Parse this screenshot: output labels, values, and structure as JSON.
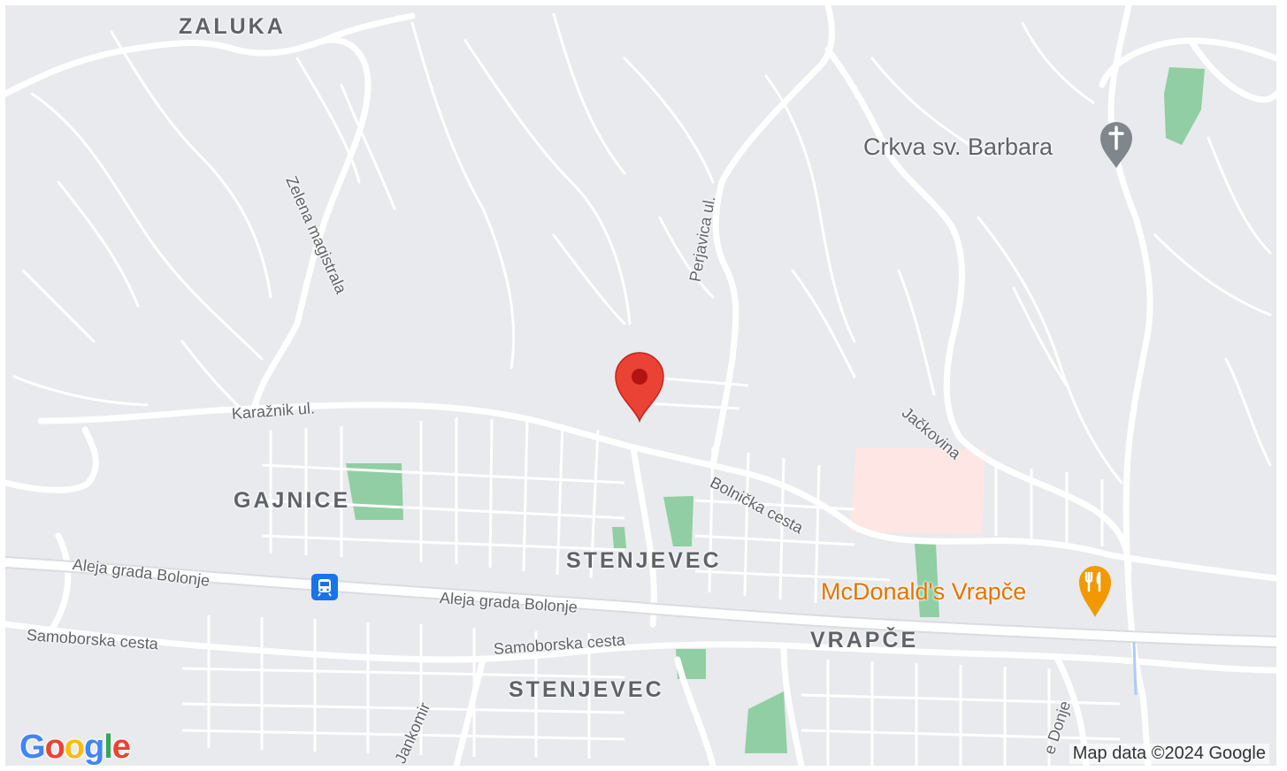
{
  "map": {
    "districts": {
      "zaluka": "ZALUKA",
      "gajnice": "GAJNICE",
      "stenjevec_north": "STENJEVEC",
      "stenjevec_south": "STENJEVEC",
      "vrapce": "VRAPČE"
    },
    "streets": {
      "zelena_magistrala": "Zelena magistrala",
      "perjavica": "Perjavica ul.",
      "karaznik": "Karažnik ul.",
      "bolnicka": "Bolnička cesta",
      "jackovina": "Jačkovina",
      "aleja_west": "Aleja grada Bolonje",
      "aleja_center": "Aleja grada Bolonje",
      "samoborska_west": "Samoborska cesta",
      "samoborska_center": "Samoborska cesta",
      "jankomir": "Jankomir",
      "donje": "e Donje"
    },
    "pois": {
      "church": {
        "label": "Crkva sv. Barbara",
        "icon": "church-cross-icon",
        "color": "#5f6368"
      },
      "restaurant": {
        "label": "McDonald's Vrapče",
        "icon": "restaurant-icon",
        "color": "#e37400"
      }
    },
    "marker": {
      "icon": "location-pin-icon",
      "color": "#ea4335"
    },
    "transit": {
      "icon": "tram-station-icon",
      "color": "#1a73e8"
    },
    "colors": {
      "land": "#e8eaed",
      "road": "#ffffff",
      "park": "#81c995",
      "hospital": "#fde6e4"
    }
  },
  "footer": {
    "logo": "Google",
    "attribution": "Map data ©2024 Google"
  }
}
